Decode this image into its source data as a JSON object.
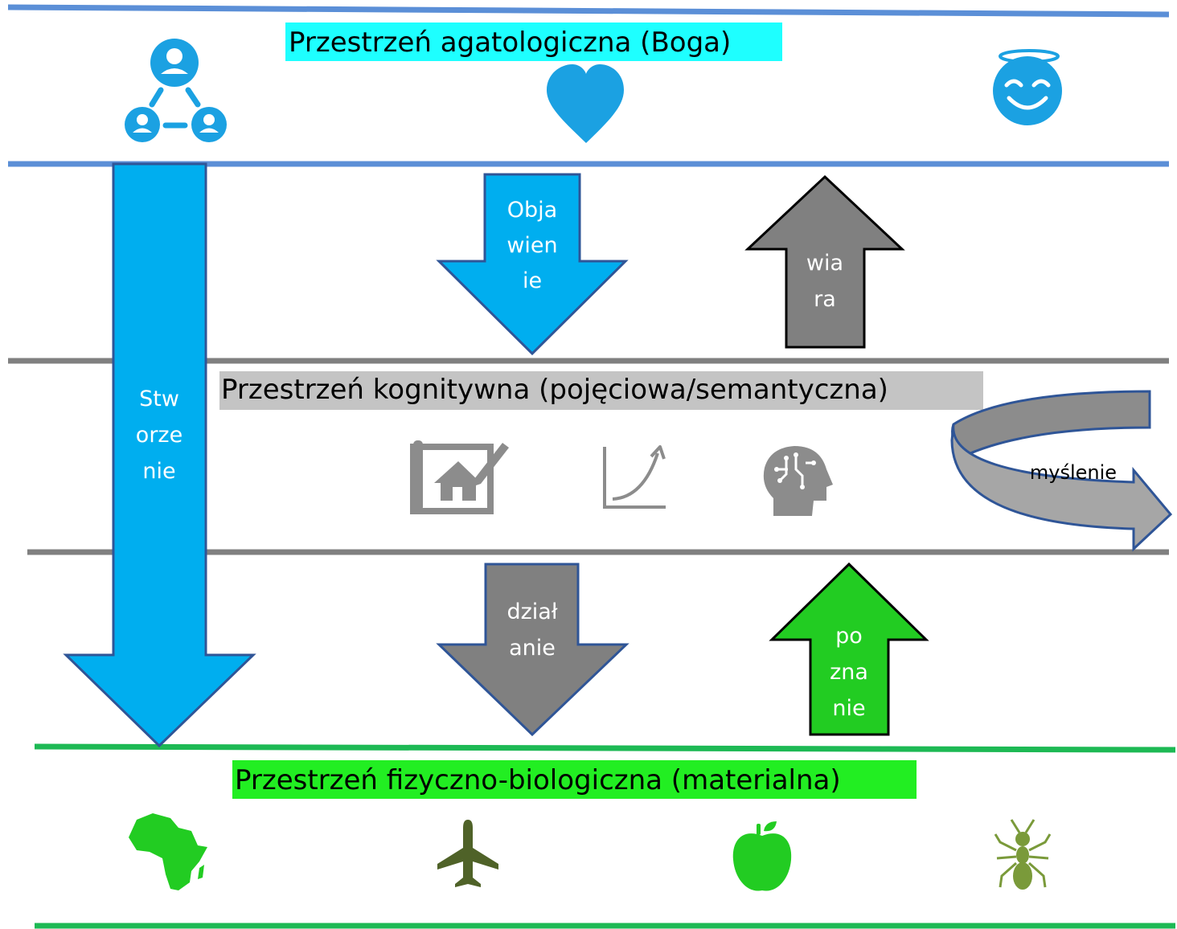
{
  "spaces": {
    "god": {
      "title": "Przestrzeń agatologiczna (Boga)",
      "title_bg": "#1EFFFF",
      "line_color": "#5B8FD7"
    },
    "cognitive": {
      "title": "Przestrzeń kognitywna (pojęciowa/semantyczna)",
      "title_bg": "#C4C4C4",
      "line_color": "#808080"
    },
    "physical": {
      "title": "Przestrzeń fizyczno-biologiczna (materialna)",
      "title_bg": "#22EE22",
      "line_color": "#1DB954"
    }
  },
  "arrows": {
    "creation": {
      "lines": [
        "Stw",
        "orze",
        "nie"
      ],
      "color": "#00AEEF",
      "direction": "down"
    },
    "revelation": {
      "lines": [
        "Obja",
        "wien",
        "ie"
      ],
      "color": "#00AEEF",
      "direction": "down"
    },
    "faith": {
      "lines": [
        "wia",
        "ra"
      ],
      "color": "#808080",
      "direction": "up"
    },
    "action": {
      "lines": [
        "dział",
        "anie"
      ],
      "color": "#808080",
      "direction": "down"
    },
    "cognition": {
      "lines": [
        "po",
        "zna",
        "nie"
      ],
      "color": "#22CC22",
      "direction": "up"
    },
    "thinking": {
      "label": "myślenie",
      "color": "#A6A6A6",
      "direction": "loop"
    }
  },
  "icons": {
    "god": [
      "trinity-people-icon",
      "heart-icon",
      "angel-face-icon"
    ],
    "cognitive": [
      "blueprint-house-icon",
      "growth-curve-icon",
      "brain-head-icon"
    ],
    "physical": [
      "africa-map-icon",
      "airplane-icon",
      "apple-icon",
      "ant-icon"
    ]
  },
  "icon_colors": {
    "god": "#1BA1E2",
    "cognitive": "#8C8C8C",
    "africa": "#22CC22",
    "airplane": "#4F6228",
    "apple": "#22CC22",
    "ant": "#7A9A3A"
  }
}
